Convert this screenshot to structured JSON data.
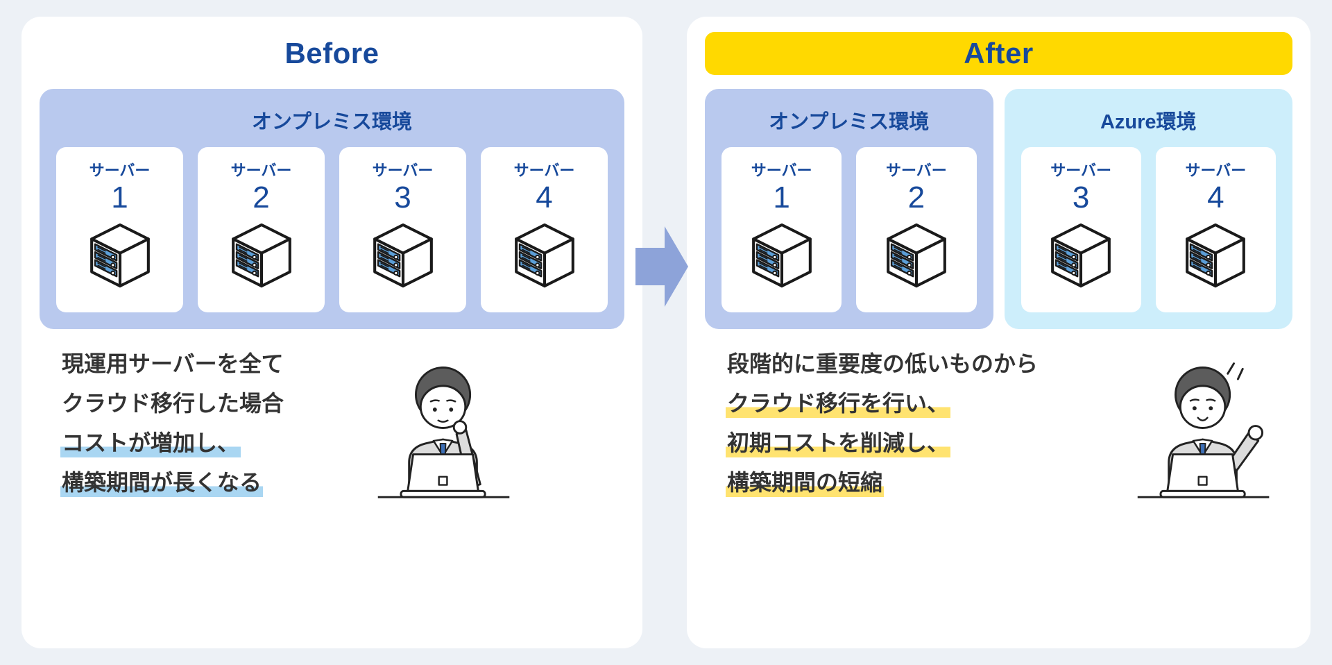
{
  "colors": {
    "page_bg": "#edf1f6",
    "panel_bg": "#ffffff",
    "accent": "#17499b",
    "after_header_bg": "#ffd900",
    "onprem_bg": "#b9c9ee",
    "azure_bg": "#cdeefb",
    "card_bg": "#ffffff",
    "arrow": "#8da3d9",
    "hl_blue": "#a9d6f2",
    "hl_yellow": "#ffe370",
    "text": "#333333",
    "server_slat": "#5c9fd8"
  },
  "before": {
    "header_label": "Before",
    "env": {
      "title": "オンプレミス環境",
      "servers": [
        {
          "label": "サーバー",
          "number": "1"
        },
        {
          "label": "サーバー",
          "number": "2"
        },
        {
          "label": "サーバー",
          "number": "3"
        },
        {
          "label": "サーバー",
          "number": "4"
        }
      ]
    },
    "description": {
      "lines": [
        {
          "text": "現運用サーバーを全て",
          "highlight": false
        },
        {
          "text": "クラウド移行した場合",
          "highlight": false
        },
        {
          "text": "コストが増加し、",
          "highlight": true
        },
        {
          "text": "構築期間が長くなる",
          "highlight": true
        }
      ]
    },
    "person": "worried-man-at-laptop"
  },
  "after": {
    "header_label": "After",
    "onprem_env": {
      "title": "オンプレミス環境",
      "servers": [
        {
          "label": "サーバー",
          "number": "1"
        },
        {
          "label": "サーバー",
          "number": "2"
        }
      ]
    },
    "azure_env": {
      "title": "Azure環境",
      "servers": [
        {
          "label": "サーバー",
          "number": "3"
        },
        {
          "label": "サーバー",
          "number": "4"
        }
      ]
    },
    "description": {
      "lines": [
        {
          "text": "段階的に重要度の低いものから",
          "highlight": false
        },
        {
          "text": "クラウド移行を行い、",
          "highlight": true
        },
        {
          "text": "初期コストを削減し、",
          "highlight": true
        },
        {
          "text": "構築期間の短縮",
          "highlight": true
        }
      ]
    },
    "person": "happy-man-at-laptop"
  }
}
